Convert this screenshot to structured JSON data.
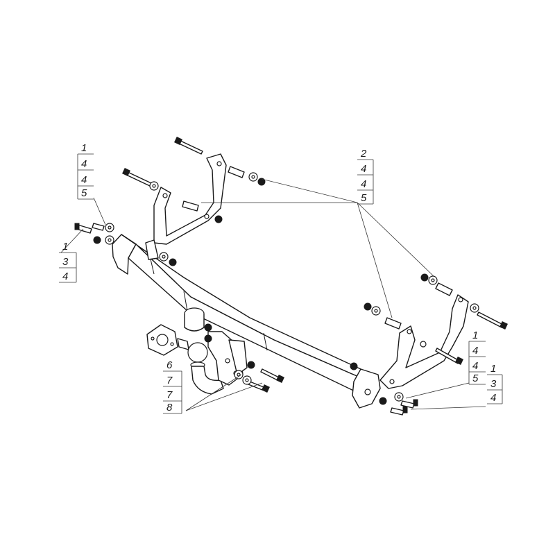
{
  "callouts": [
    {
      "id": "top-left",
      "numbers": [
        "1",
        "4",
        "4",
        "5"
      ]
    },
    {
      "id": "left-mid",
      "numbers": [
        "1",
        "3",
        "4"
      ]
    },
    {
      "id": "top-right",
      "numbers": [
        "2",
        "4",
        "4",
        "5"
      ]
    },
    {
      "id": "right-upper",
      "numbers": [
        "1",
        "4",
        "4",
        "5"
      ]
    },
    {
      "id": "right-lower",
      "numbers": [
        "1",
        "3",
        "4"
      ]
    },
    {
      "id": "bottom-center",
      "numbers": [
        "6",
        "7",
        "7",
        "8"
      ]
    }
  ],
  "colors": {
    "line": "#1a1a1a",
    "background": "#ffffff"
  }
}
